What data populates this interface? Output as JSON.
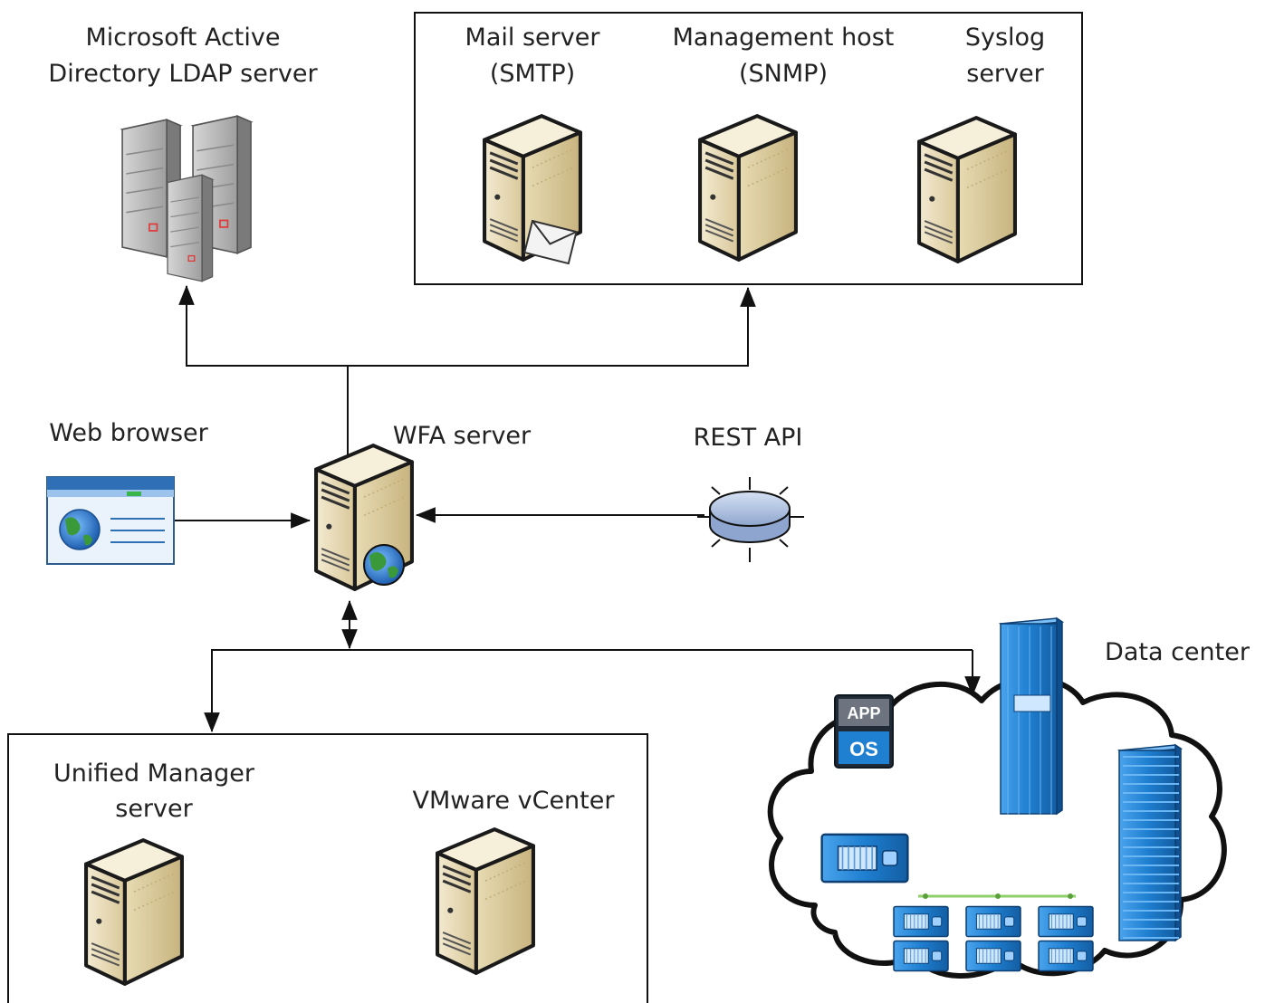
{
  "labels": {
    "ldap_line1": "Microsoft Active",
    "ldap_line2": "Directory LDAP server",
    "mail_line1": "Mail server",
    "mail_line2": "(SMTP)",
    "mgmt_line1": "Management host",
    "mgmt_line2": "(SNMP)",
    "syslog_line1": "Syslog",
    "syslog_line2": "server",
    "web_browser": "Web browser",
    "wfa_server": "WFA server",
    "rest_api": "REST API",
    "data_center": "Data center",
    "um_line1": "Unified Manager",
    "um_line2": "server",
    "vcenter": "VMware vCenter",
    "app_badge": "APP",
    "os_badge": "OS"
  },
  "icons": {
    "ldap": "server-cluster-icon",
    "mail": "mail-server-icon",
    "mgmt": "tower-server-icon",
    "syslog": "tower-server-icon",
    "browser": "web-browser-icon",
    "wfa": "web-server-icon",
    "rest": "rest-api-disk-icon",
    "um": "tower-server-icon",
    "vcenter": "tower-server-icon",
    "cloud": "cloud-icon"
  },
  "colors": {
    "line": "#111111",
    "server_beige": "#e9dcb8",
    "server_dark": "#1a1a1a",
    "storage_blue": "#1f7fd0",
    "cluster_gray": "#b8b8b8",
    "rest_blue": "#b7c8e4",
    "globe_green": "#3a9a3a",
    "globe_blue": "#2a6fc0"
  }
}
